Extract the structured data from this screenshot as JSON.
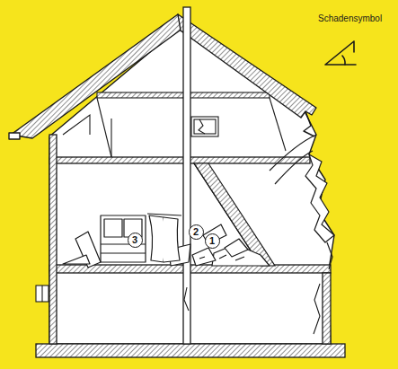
{
  "diagram": {
    "nodes": [
      {
        "text": [
          "2"
        ]
      },
      {
        "text": [
          "3"
        ]
      },
      {
        "text": [
          "1"
        ]
      }
    ],
    "labels": [
      "Schadensymbol"
    ]
  }
}
